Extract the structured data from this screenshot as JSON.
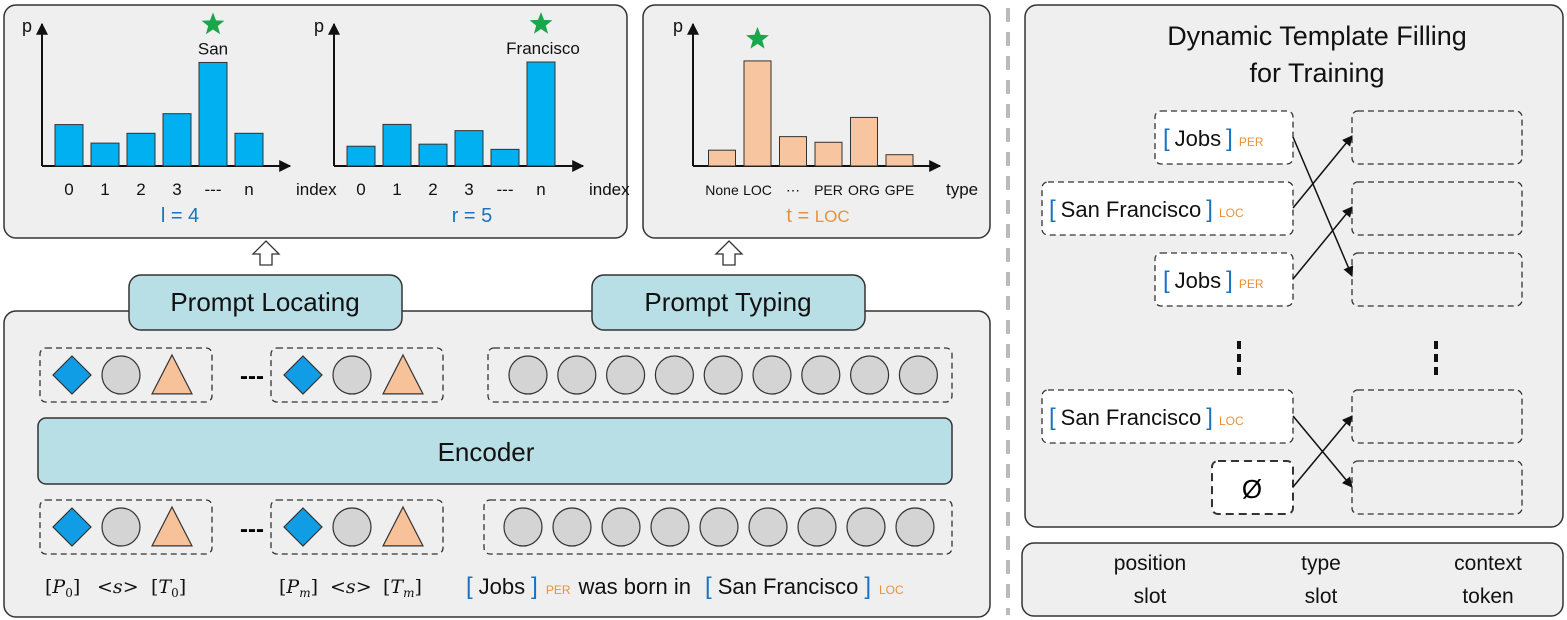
{
  "locate_chart_left": {
    "chart_data": {
      "type": "bar",
      "categories": [
        "0",
        "1",
        "2",
        "3",
        "---",
        "n"
      ],
      "values": [
        0.38,
        0.21,
        0.3,
        0.48,
        0.95,
        0.3
      ],
      "ylabel": "p",
      "xlabel": "index",
      "highlight_index": 4,
      "highlight_word": "San"
    },
    "caption": "l = 4"
  },
  "locate_chart_right": {
    "chart_data": {
      "type": "bar",
      "categories": [
        "0",
        "1",
        "2",
        "3",
        "---",
        "n"
      ],
      "values": [
        0.19,
        0.4,
        0.21,
        0.34,
        0.16,
        1.0
      ],
      "ylabel": "p",
      "xlabel": "index",
      "highlight_index": 5,
      "highlight_word": "Francisco"
    },
    "caption": "r = 5"
  },
  "type_chart": {
    "chart_data": {
      "type": "bar",
      "categories": [
        "None",
        "LOC",
        "⋯",
        "PER",
        "ORG",
        "GPE"
      ],
      "values": [
        0.14,
        0.93,
        0.26,
        0.21,
        0.43,
        0.1
      ],
      "ylabel": "p",
      "xlabel": "type",
      "highlight_index": 1
    },
    "caption_prefix": "t = ",
    "caption_value": "LOC"
  },
  "modules": {
    "locating": "Prompt Locating",
    "typing": "Prompt Typing",
    "encoder": "Encoder"
  },
  "encoder_panel": {
    "ellipsis": "---",
    "prompt_labels": {
      "p0": "P",
      "p0_sub": "0",
      "t0": "T",
      "t0_sub": "0",
      "s": "s",
      "pm": "P",
      "pm_sub": "m",
      "tm": "T",
      "tm_sub": "m"
    },
    "sentence": {
      "ent1": "Jobs",
      "ent1_type": "PER",
      "mid": "was born in",
      "ent2": "San Francisco",
      "ent2_type": "LOC"
    }
  },
  "training": {
    "title_line1": "Dynamic Template Filling",
    "title_line2": "for Training",
    "entities": [
      {
        "text": "Jobs",
        "type": "PER"
      },
      {
        "text": "San Francisco",
        "type": "LOC"
      },
      {
        "text": "Jobs",
        "type": "PER"
      },
      {
        "text": "San Francisco",
        "type": "LOC"
      }
    ],
    "empty_symbol": "Ø",
    "colon": ":"
  },
  "legend": {
    "position_line1": "position",
    "position_line2": "slot",
    "type_line1": "type",
    "type_line2": "slot",
    "context_line1": "context",
    "context_line2": "token"
  },
  "colors": {
    "panel_fill": "#efefef",
    "module_fill": "#b9dfe6",
    "bar_blue": "#00b0f0",
    "bar_orange": "#f7c59f",
    "star_green": "#1aa64b",
    "accent_blue": "#1a73c2",
    "accent_orange": "#e8913a",
    "diamond": "#119ce6",
    "circle": "#d4d4d4",
    "triangle": "#f7c29a"
  }
}
